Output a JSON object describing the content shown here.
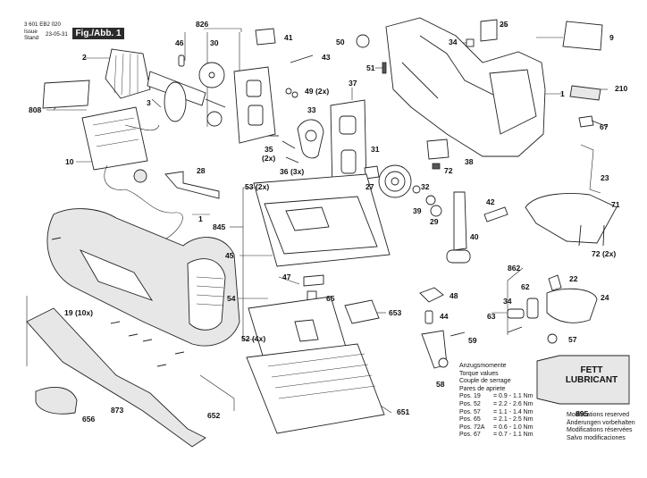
{
  "header": {
    "doc_number": "3 601 EB2 020",
    "issue_label": "Issue",
    "stand_label": "Stand",
    "issue_date": "23-05-31",
    "figure_tag": "Fig./Abb. 1"
  },
  "callouts": {
    "c826": "826",
    "c46": "46",
    "c30": "30",
    "c41": "41",
    "c25": "25",
    "c9": "9",
    "c50": "50",
    "c34a": "34",
    "c2": "2",
    "c43": "43",
    "c51": "51",
    "c210": "210",
    "c49": "49 (2x)",
    "c37": "37",
    "c1a": "1",
    "c808": "808",
    "c3": "3",
    "c33": "33",
    "c67": "67",
    "c10": "10",
    "c35": "35",
    "c35b": "(2x)",
    "c36": "36 (3x)",
    "c31": "31",
    "c72": "72",
    "c38": "38",
    "c23": "23",
    "c28": "28",
    "c53": "53 (2x)",
    "c27": "27",
    "c32": "32",
    "c39": "39",
    "c42": "42",
    "c71": "71",
    "c1b": "1",
    "c845": "845",
    "c29": "29",
    "c40": "40",
    "c45": "45",
    "c72b": "72 (2x)",
    "c862": "862",
    "c22": "22",
    "c47": "47",
    "c65": "65",
    "c62": "62",
    "c34b": "34",
    "c48": "48",
    "c24": "24",
    "c54": "54",
    "c653": "653",
    "c19": "19 (10x)",
    "c63": "63",
    "c44": "44",
    "c52": "52 (4x)",
    "c59": "59",
    "c57": "57",
    "c58": "58",
    "c895": "895",
    "c656": "656",
    "c873": "873",
    "c652": "652",
    "c651": "651"
  },
  "torque_table": {
    "headings": [
      "Anzugsmomente",
      "Torque values",
      "Couple de serrage",
      "Pares de apriete"
    ],
    "rows": [
      {
        "pos": "Pos. 19",
        "value": "= 0.9 - 1.1 Nm"
      },
      {
        "pos": "Pos. 52",
        "value": "= 2.2 - 2.6 Nm"
      },
      {
        "pos": "Pos. 57",
        "value": "= 1.1 - 1.4 Nm"
      },
      {
        "pos": "Pos. 65",
        "value": "= 2.1 - 2.5 Nm"
      },
      {
        "pos": "Pos. 72A",
        "value": "= 0.6 - 1.0 Nm"
      },
      {
        "pos": "Pos. 67",
        "value": "= 0.7 - 1.1 Nm"
      }
    ]
  },
  "lubricant": {
    "line1": "FETT",
    "line2": "LUBRICANT"
  },
  "modifications": [
    "Modifications reserved",
    "Änderungen vorbehalten",
    "Modifications réservées",
    "Salvo modificaciones"
  ],
  "icons": {
    "lubricant": "grease-tube-icon"
  }
}
